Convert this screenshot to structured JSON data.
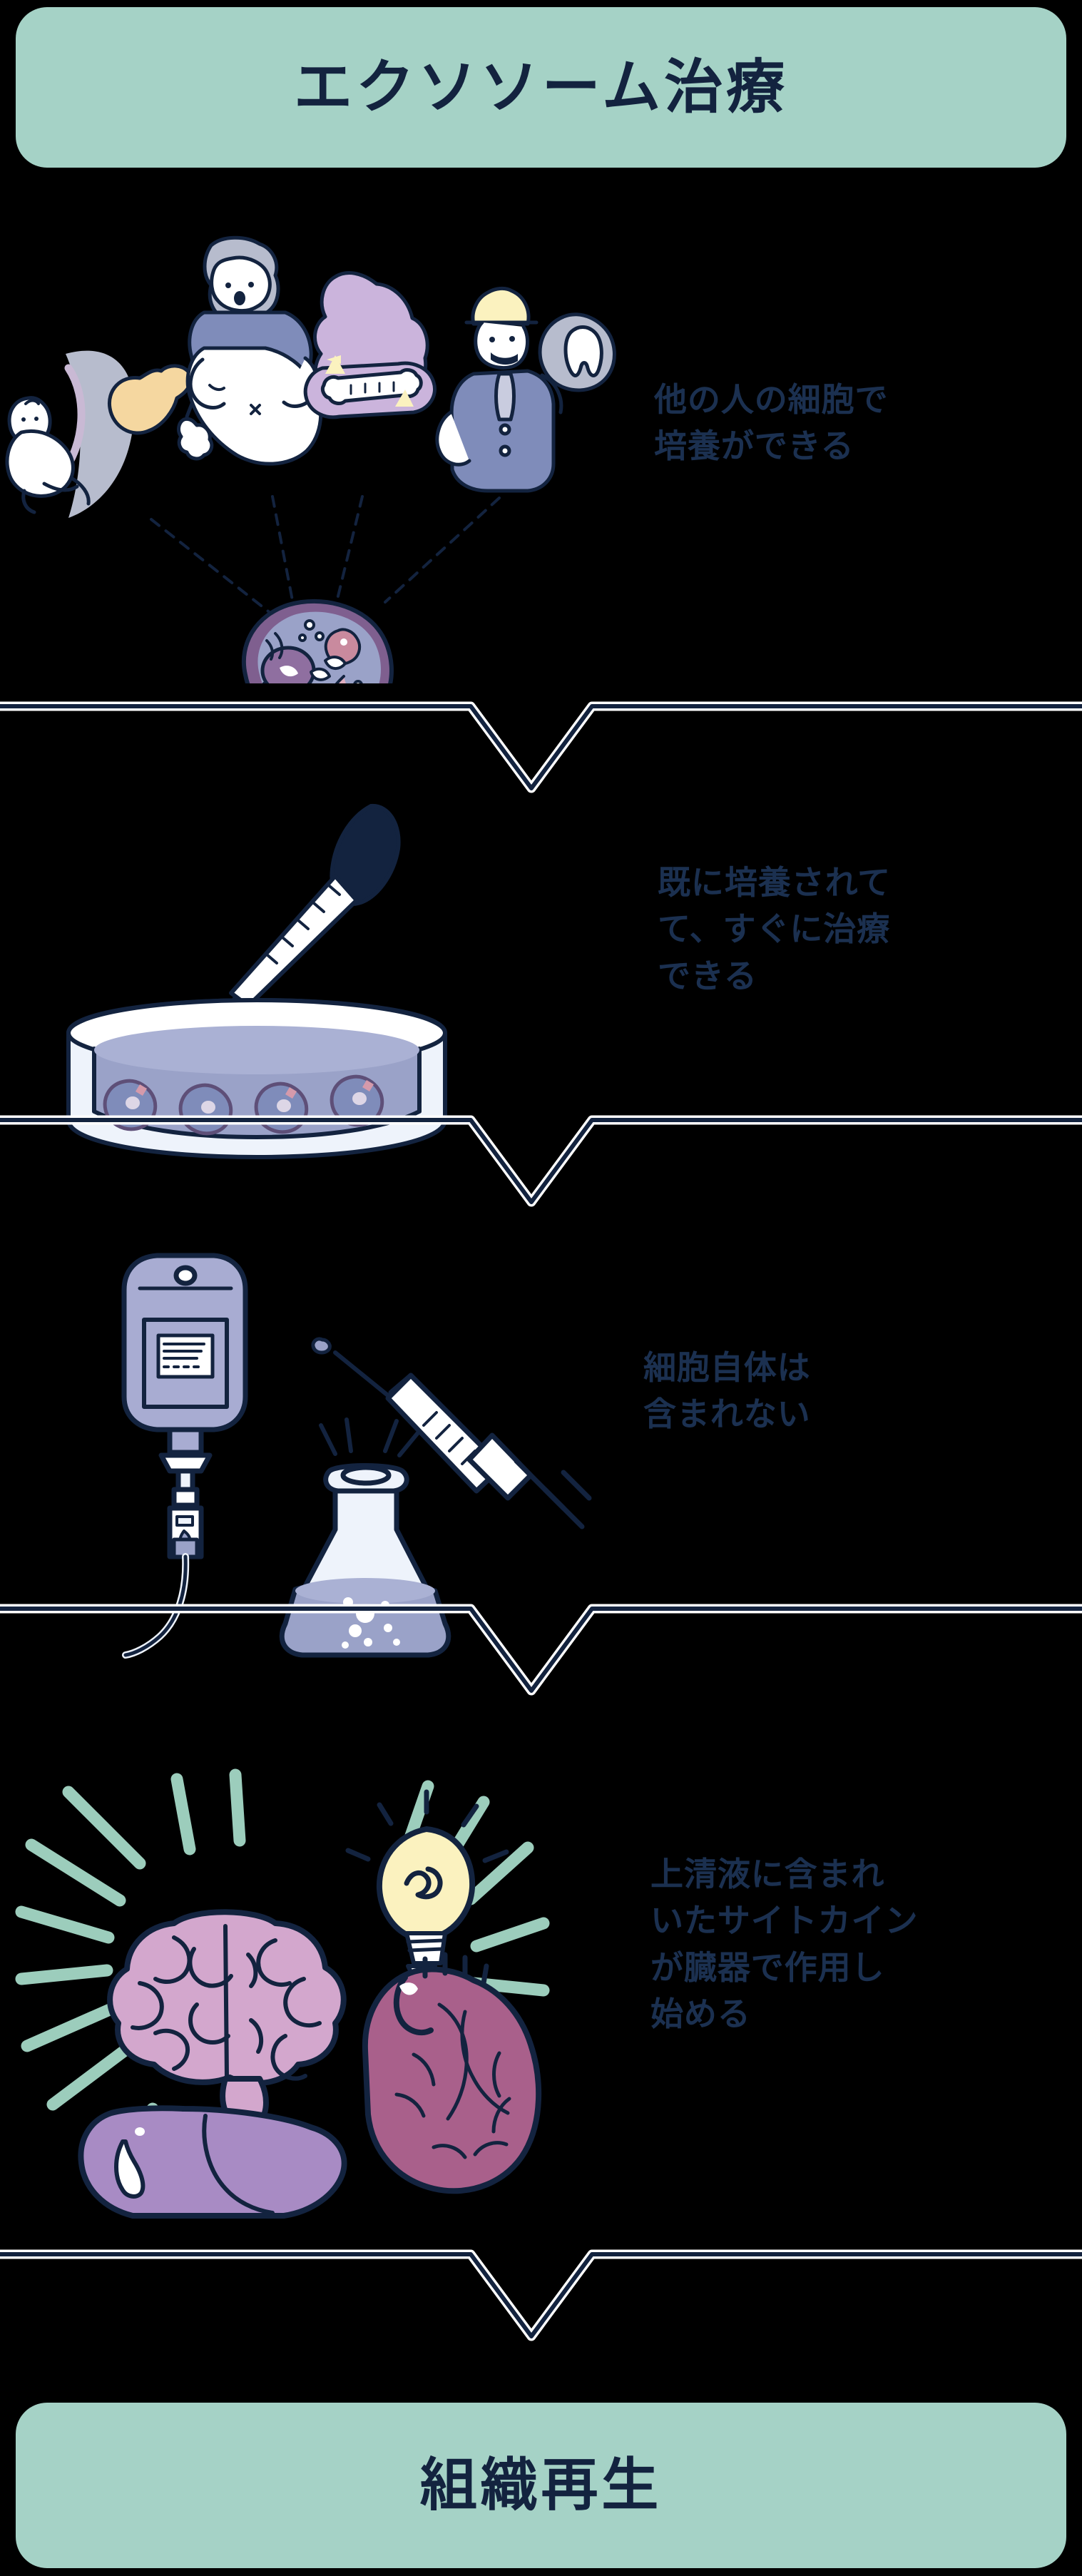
{
  "header": {
    "title": "エクソソーム治療",
    "bg_color": "#a5d2c6",
    "text_color": "#13233f"
  },
  "footer": {
    "title": "組織再生",
    "bg_color": "#a5d2c6",
    "text_color": "#13233f"
  },
  "theme": {
    "background": "#000000",
    "ink": "#13233f",
    "body_text_color": "#1b3050",
    "accent_teal": "#a5d2c6",
    "cell_fill": "#9aa2c8",
    "organ_pink": "#d3a7cd",
    "organ_purple": "#a88bc4",
    "heart_mauve": "#a9608b",
    "bulb_yellow": "#fbf2bf",
    "fat_yellow": "#f5d7a0",
    "muscle_lilac": "#cbb4dc",
    "device_lavender": "#a8acd2",
    "paper_white": "#f2f6fb"
  },
  "sections": [
    {
      "id": "section-1",
      "caption_lines": [
        "他の人の細胞で",
        "培養ができる"
      ],
      "illustration": {
        "name": "stem-cell-sources-illustration",
        "elements": [
          "baby-umbilical-cord-icon",
          "fat-tissue-icon",
          "belly-fat-person-icon",
          "muscle-bone-arm-icon",
          "dental-worker-tooth-icon",
          "stem-cell-icon",
          "arrows"
        ]
      }
    },
    {
      "id": "section-2",
      "caption_lines": [
        "既に培養されて",
        "て、すぐに治療",
        "できる"
      ],
      "illustration": {
        "name": "pipette-petri-dish-illustration",
        "elements": [
          "dropper-pipette-icon",
          "petri-dish-icon",
          "cultured-cells-icon"
        ]
      }
    },
    {
      "id": "section-3",
      "caption_lines": [
        "細胞自体は",
        "含まれない"
      ],
      "illustration": {
        "name": "iv-syringe-flask-illustration",
        "elements": [
          "iv-drip-bag-icon",
          "syringe-icon",
          "erlenmeyer-flask-icon"
        ]
      }
    },
    {
      "id": "section-4",
      "caption_lines": [
        "上清液に含まれ",
        "いたサイトカイン",
        "が臓器で作用し",
        "始める"
      ],
      "illustration": {
        "name": "organs-regeneration-illustration",
        "elements": [
          "brain-icon",
          "heart-icon",
          "liver-icon",
          "light-bulb-icon",
          "radiating-rays"
        ]
      }
    }
  ],
  "dividers": [
    {
      "id": "divider-1",
      "name": "chevron-divider"
    },
    {
      "id": "divider-2",
      "name": "chevron-divider"
    },
    {
      "id": "divider-3",
      "name": "chevron-divider"
    },
    {
      "id": "divider-4",
      "name": "chevron-divider"
    }
  ]
}
